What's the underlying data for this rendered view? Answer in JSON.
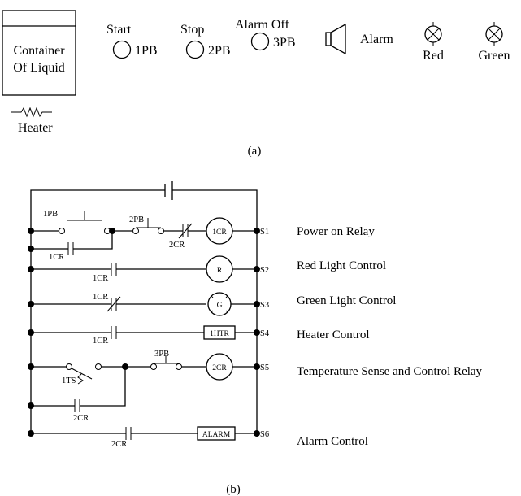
{
  "part_a": {
    "container_label_line1": "Container",
    "container_label_line2": "Of Liquid",
    "heater_label": "Heater",
    "pushbuttons": [
      {
        "title": "Start",
        "id": "1PB"
      },
      {
        "title": "Stop",
        "id": "2PB"
      },
      {
        "title": "Alarm Off",
        "id": "3PB"
      }
    ],
    "alarm_label": "Alarm",
    "lights": [
      {
        "label": "Red"
      },
      {
        "label": "Green"
      }
    ],
    "caption": "(a)"
  },
  "part_b": {
    "caption": "(b)",
    "rungs": [
      {
        "id": "S1",
        "description": "Power on Relay",
        "load": "1CR",
        "contacts": [
          "1PB",
          "2PB",
          "2CR",
          "1CR"
        ]
      },
      {
        "id": "S2",
        "description": "Red Light Control",
        "load": "R",
        "contacts": [
          "1CR"
        ]
      },
      {
        "id": "S3",
        "description": "Green Light Control",
        "load": "G",
        "contacts": [
          "1CR"
        ]
      },
      {
        "id": "S4",
        "description": "Heater Control",
        "load": "1HTR",
        "contacts": [
          "1CR"
        ]
      },
      {
        "id": "S5",
        "description": "Temperature Sense and Control Relay",
        "load": "2CR",
        "contacts": [
          "1TS",
          "3PB",
          "2CR"
        ]
      },
      {
        "id": "S6",
        "description": "Alarm Control",
        "load": "ALARM",
        "contacts": [
          "2CR"
        ]
      }
    ]
  }
}
